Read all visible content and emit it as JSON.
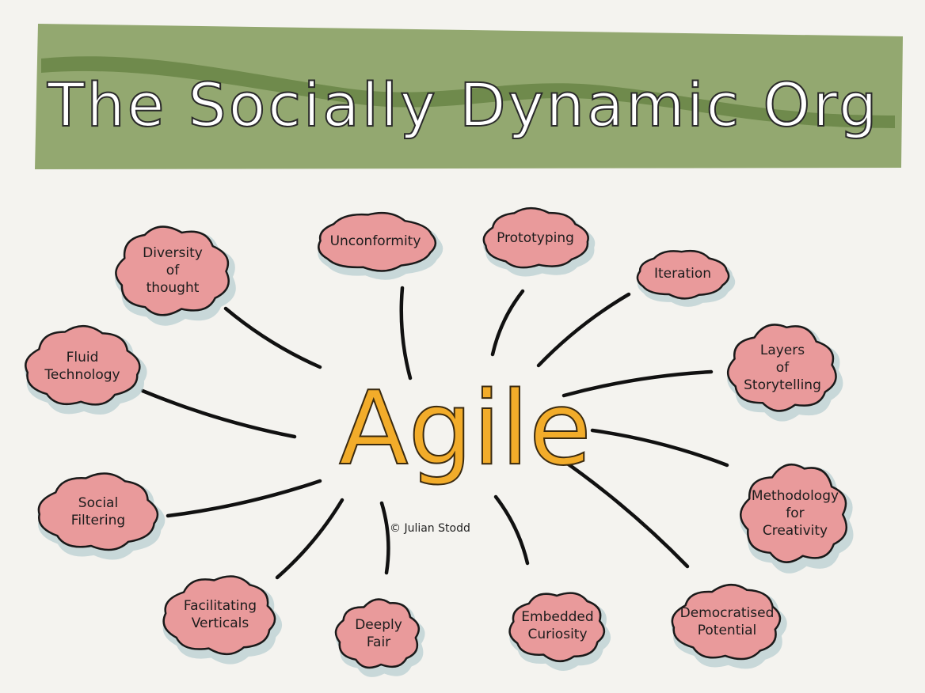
{
  "banner": {
    "title": "The Socially Dynamic Org",
    "fill_color": "#93a870",
    "streak_color": "#6f8a4c"
  },
  "center": {
    "label": "Agile",
    "color": "#f2ac2a",
    "credit": "© Julian Stodd"
  },
  "nodes": [
    {
      "id": "diversity-of-thought",
      "lines": [
        "Diversity",
        "of",
        "thought"
      ]
    },
    {
      "id": "unconformity",
      "lines": [
        "Unconformity"
      ]
    },
    {
      "id": "prototyping",
      "lines": [
        "Prototyping"
      ]
    },
    {
      "id": "iteration",
      "lines": [
        "Iteration"
      ]
    },
    {
      "id": "fluid-technology",
      "lines": [
        "Fluid",
        "Technology"
      ]
    },
    {
      "id": "layers-of-storytelling",
      "lines": [
        "Layers",
        "of",
        "Storytelling"
      ]
    },
    {
      "id": "social-filtering",
      "lines": [
        "Social",
        "Filtering"
      ]
    },
    {
      "id": "methodology-for-creativity",
      "lines": [
        "Methodology",
        "for",
        "Creativity"
      ]
    },
    {
      "id": "facilitating-verticals",
      "lines": [
        "Facilitating",
        "Verticals"
      ]
    },
    {
      "id": "deeply-fair",
      "lines": [
        "Deeply",
        "Fair"
      ]
    },
    {
      "id": "embedded-curiosity",
      "lines": [
        "Embedded",
        "Curiosity"
      ]
    },
    {
      "id": "democratised-potential",
      "lines": [
        "Democratised",
        "Potential"
      ]
    }
  ],
  "colors": {
    "cloud_fill": "#e99a9b",
    "cloud_outline": "#1a1a1a",
    "cloud_shadow": "#b9cfd1",
    "connector": "#111111"
  }
}
